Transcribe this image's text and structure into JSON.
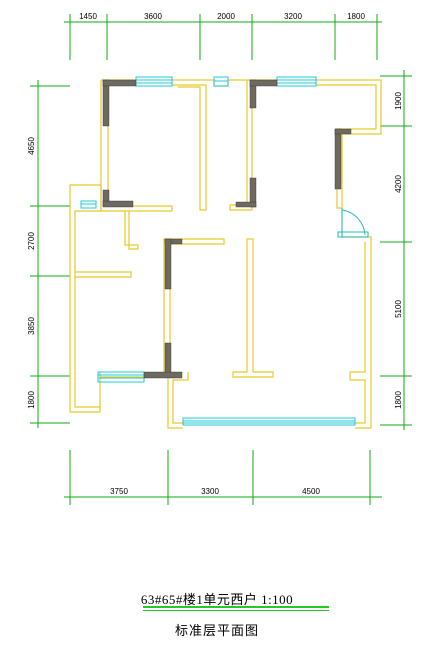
{
  "colors": {
    "wall": "#e8c92a",
    "dimension": "#11aa11",
    "window": "#22c8d8",
    "column": "#6e6a60",
    "door": "#22bbbb",
    "title_underline": "#22cc22"
  },
  "dimensions": {
    "top": [
      "1450",
      "3600",
      "2000",
      "3200",
      "1800"
    ],
    "bottom": [
      "3750",
      "3300",
      "4500"
    ],
    "left": [
      "4650",
      "2700",
      "3850",
      "1800"
    ],
    "right": [
      "1900",
      "4200",
      "5100",
      "1800"
    ]
  },
  "title": {
    "main": "63#65#楼1单元西户  1:100",
    "sub": "标准层平面图"
  }
}
